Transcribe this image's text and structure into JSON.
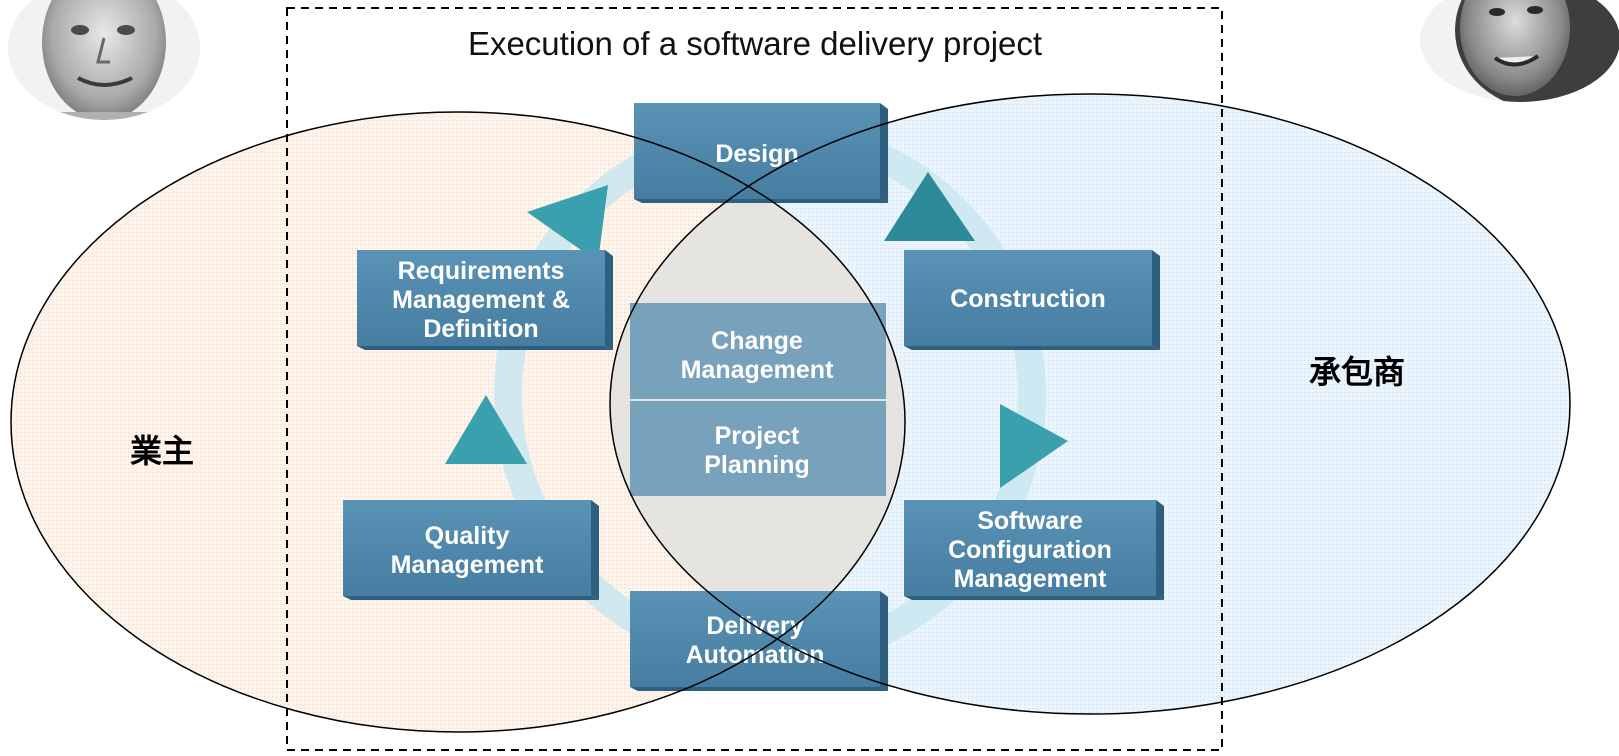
{
  "title": "Execution of a software delivery project",
  "parties": {
    "owner": "業主",
    "contractor": "承包商"
  },
  "boxes": {
    "design": [
      "Design"
    ],
    "requirements": [
      "Requirements",
      "Management &",
      "Definition"
    ],
    "construction": [
      "Construction"
    ],
    "change": [
      "Change",
      "Management"
    ],
    "planning": [
      "Project",
      "Planning"
    ],
    "quality": [
      "Quality",
      "Management"
    ],
    "scm": [
      "Software",
      "Configuration",
      "Management"
    ],
    "delivery": [
      "Delivery",
      "Automation"
    ]
  },
  "colors": {
    "box": "#4f87aa",
    "box_dark": "#2f5f7f",
    "box_light": "#7fb0cc",
    "owner_fill": "#fcefe3",
    "contractor_fill": "#e3f1fb",
    "ring": "#c9e6ee",
    "arrow": "#3a9aa8"
  },
  "icons": {
    "left_person": "man-portrait",
    "right_person": "woman-portrait"
  }
}
